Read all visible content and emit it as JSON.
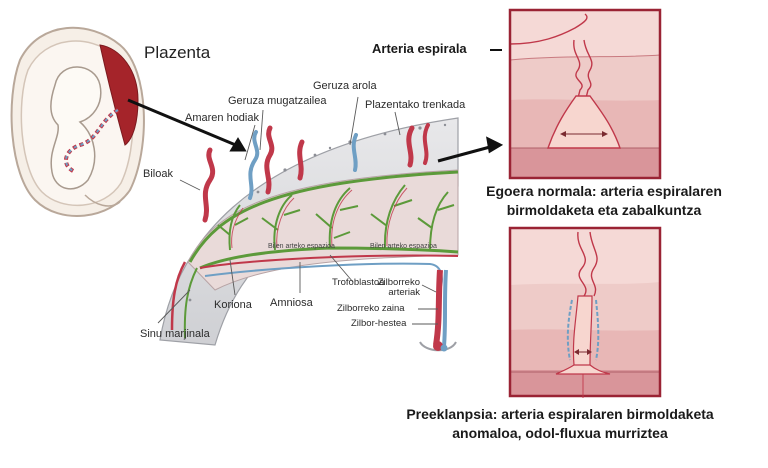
{
  "labels": {
    "plazenta": "Plazenta",
    "arteria_espirala": "Arteria espirala",
    "geruza_arola": "Geruza arola",
    "geruza_mugatzailea": "Geruza mugatzailea",
    "plazentako_trenkada": "Plazentako trenkada",
    "amaren_hodiak": "Amaren hodiak",
    "biloak": "Biloak",
    "bilen_arteko_espazioa_1": "Bilen arteko espazioa",
    "bilen_arteko_espazioa_2": "Bilen arteko espazioa",
    "trofoblastoa": "Trofoblastoa",
    "zilborreko_arteriak": "Zilborreko arteriak",
    "zilborreko_zaina": "Zilborreko zaina",
    "zilbor_hestea": "Zilbor-hestea",
    "koriona": "Koriona",
    "amniosa": "Amniosa",
    "sinu_marjinala": "Sinu marjinala"
  },
  "captions": {
    "normal_line1": "Egoera normala: arteria espiralaren",
    "normal_line2": "birmoldaketa eta zabalkuntza",
    "preeclampsia_line1": "Preeklanpsia: arteria espiralaren birmoldaketa",
    "preeclampsia_line2": "anomaloa, odol-fluxua murriztea"
  },
  "colors": {
    "artery_red": "#c0384a",
    "vein_blue": "#6f9fc4",
    "villi_green": "#5c9a3a",
    "panel_border": "#9a2334",
    "panel_bg_top": "#f5d9d6",
    "panel_bg_mid": "#eebfbd",
    "panel_bg_bottom": "#d9959a",
    "placenta_dark": "#a5242a"
  }
}
